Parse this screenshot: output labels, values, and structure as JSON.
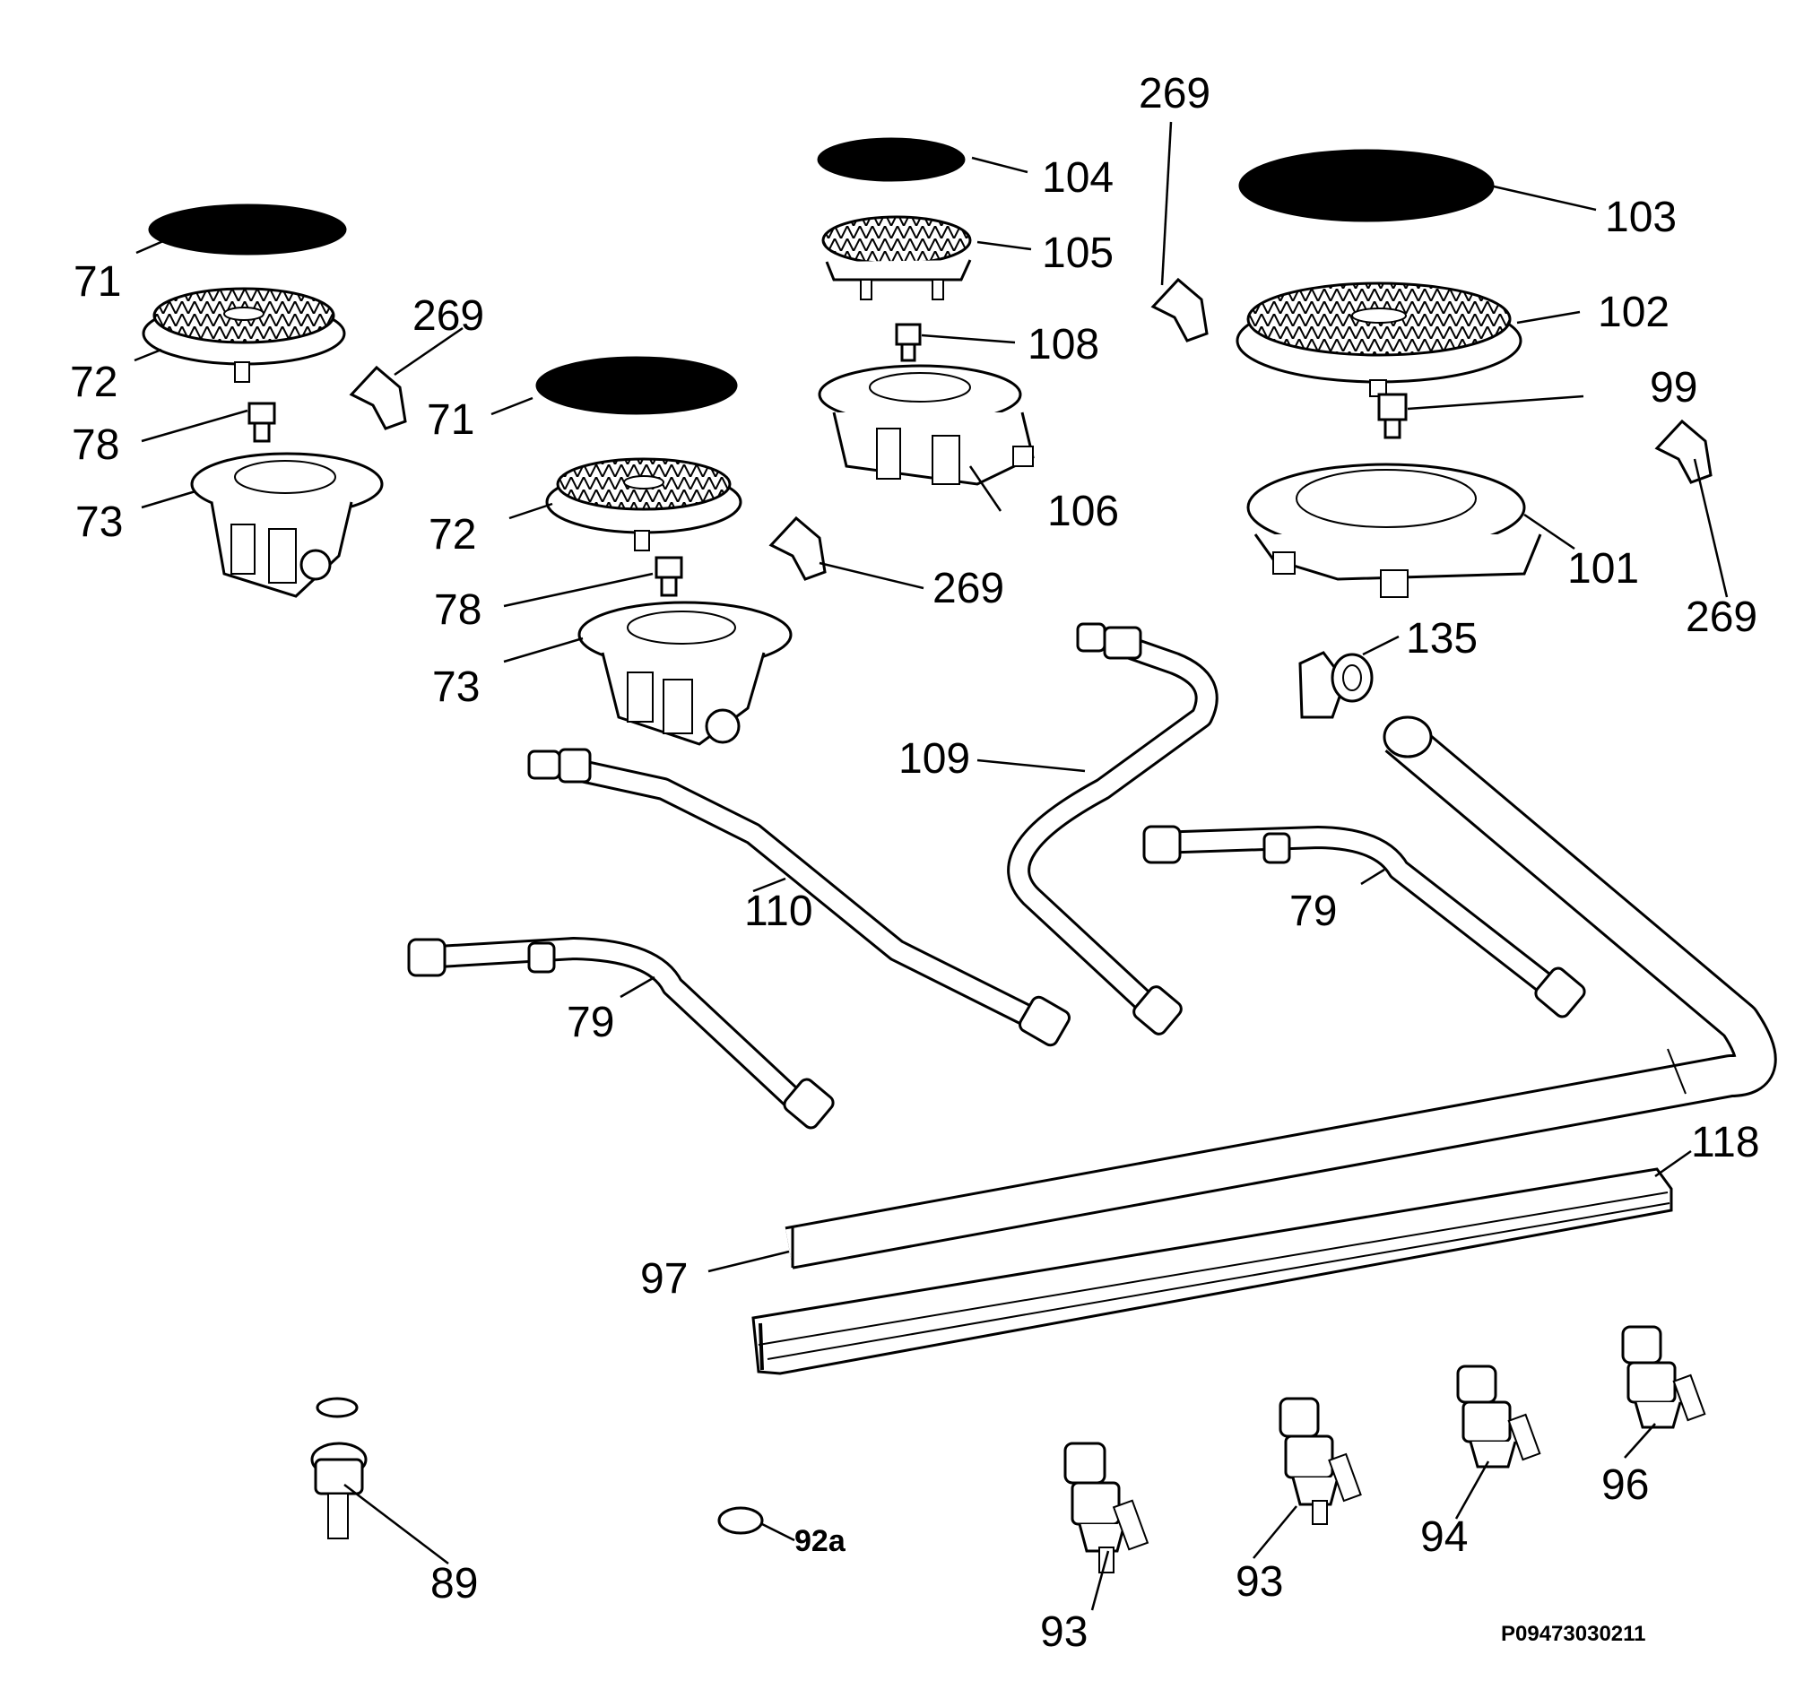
{
  "diagram": {
    "drawing_code": "P09473030211",
    "colors": {
      "ink": "#000000",
      "paper": "#ffffff"
    }
  },
  "labels": [
    {
      "id": "l71a",
      "text": "71"
    },
    {
      "id": "l72a",
      "text": "72"
    },
    {
      "id": "l78a",
      "text": "78"
    },
    {
      "id": "l73a",
      "text": "73"
    },
    {
      "id": "l269a",
      "text": "269"
    },
    {
      "id": "l71b",
      "text": "71"
    },
    {
      "id": "l72b",
      "text": "72"
    },
    {
      "id": "l78b",
      "text": "78"
    },
    {
      "id": "l73b",
      "text": "73"
    },
    {
      "id": "l269b",
      "text": "269"
    },
    {
      "id": "l104",
      "text": "104"
    },
    {
      "id": "l105",
      "text": "105"
    },
    {
      "id": "l108",
      "text": "108"
    },
    {
      "id": "l106",
      "text": "106"
    },
    {
      "id": "l269c",
      "text": "269"
    },
    {
      "id": "l103",
      "text": "103"
    },
    {
      "id": "l102",
      "text": "102"
    },
    {
      "id": "l99",
      "text": "99"
    },
    {
      "id": "l101",
      "text": "101"
    },
    {
      "id": "l269d",
      "text": "269"
    },
    {
      "id": "l135",
      "text": "135"
    },
    {
      "id": "l109",
      "text": "109"
    },
    {
      "id": "l110",
      "text": "110"
    },
    {
      "id": "l79a",
      "text": "79"
    },
    {
      "id": "l79b",
      "text": "79"
    },
    {
      "id": "l118",
      "text": "118"
    },
    {
      "id": "l97",
      "text": "97"
    },
    {
      "id": "l89",
      "text": "89"
    },
    {
      "id": "l92a",
      "text": "92a"
    },
    {
      "id": "l93a",
      "text": "93"
    },
    {
      "id": "l93b",
      "text": "93"
    },
    {
      "id": "l94",
      "text": "94"
    },
    {
      "id": "l96",
      "text": "96"
    }
  ]
}
